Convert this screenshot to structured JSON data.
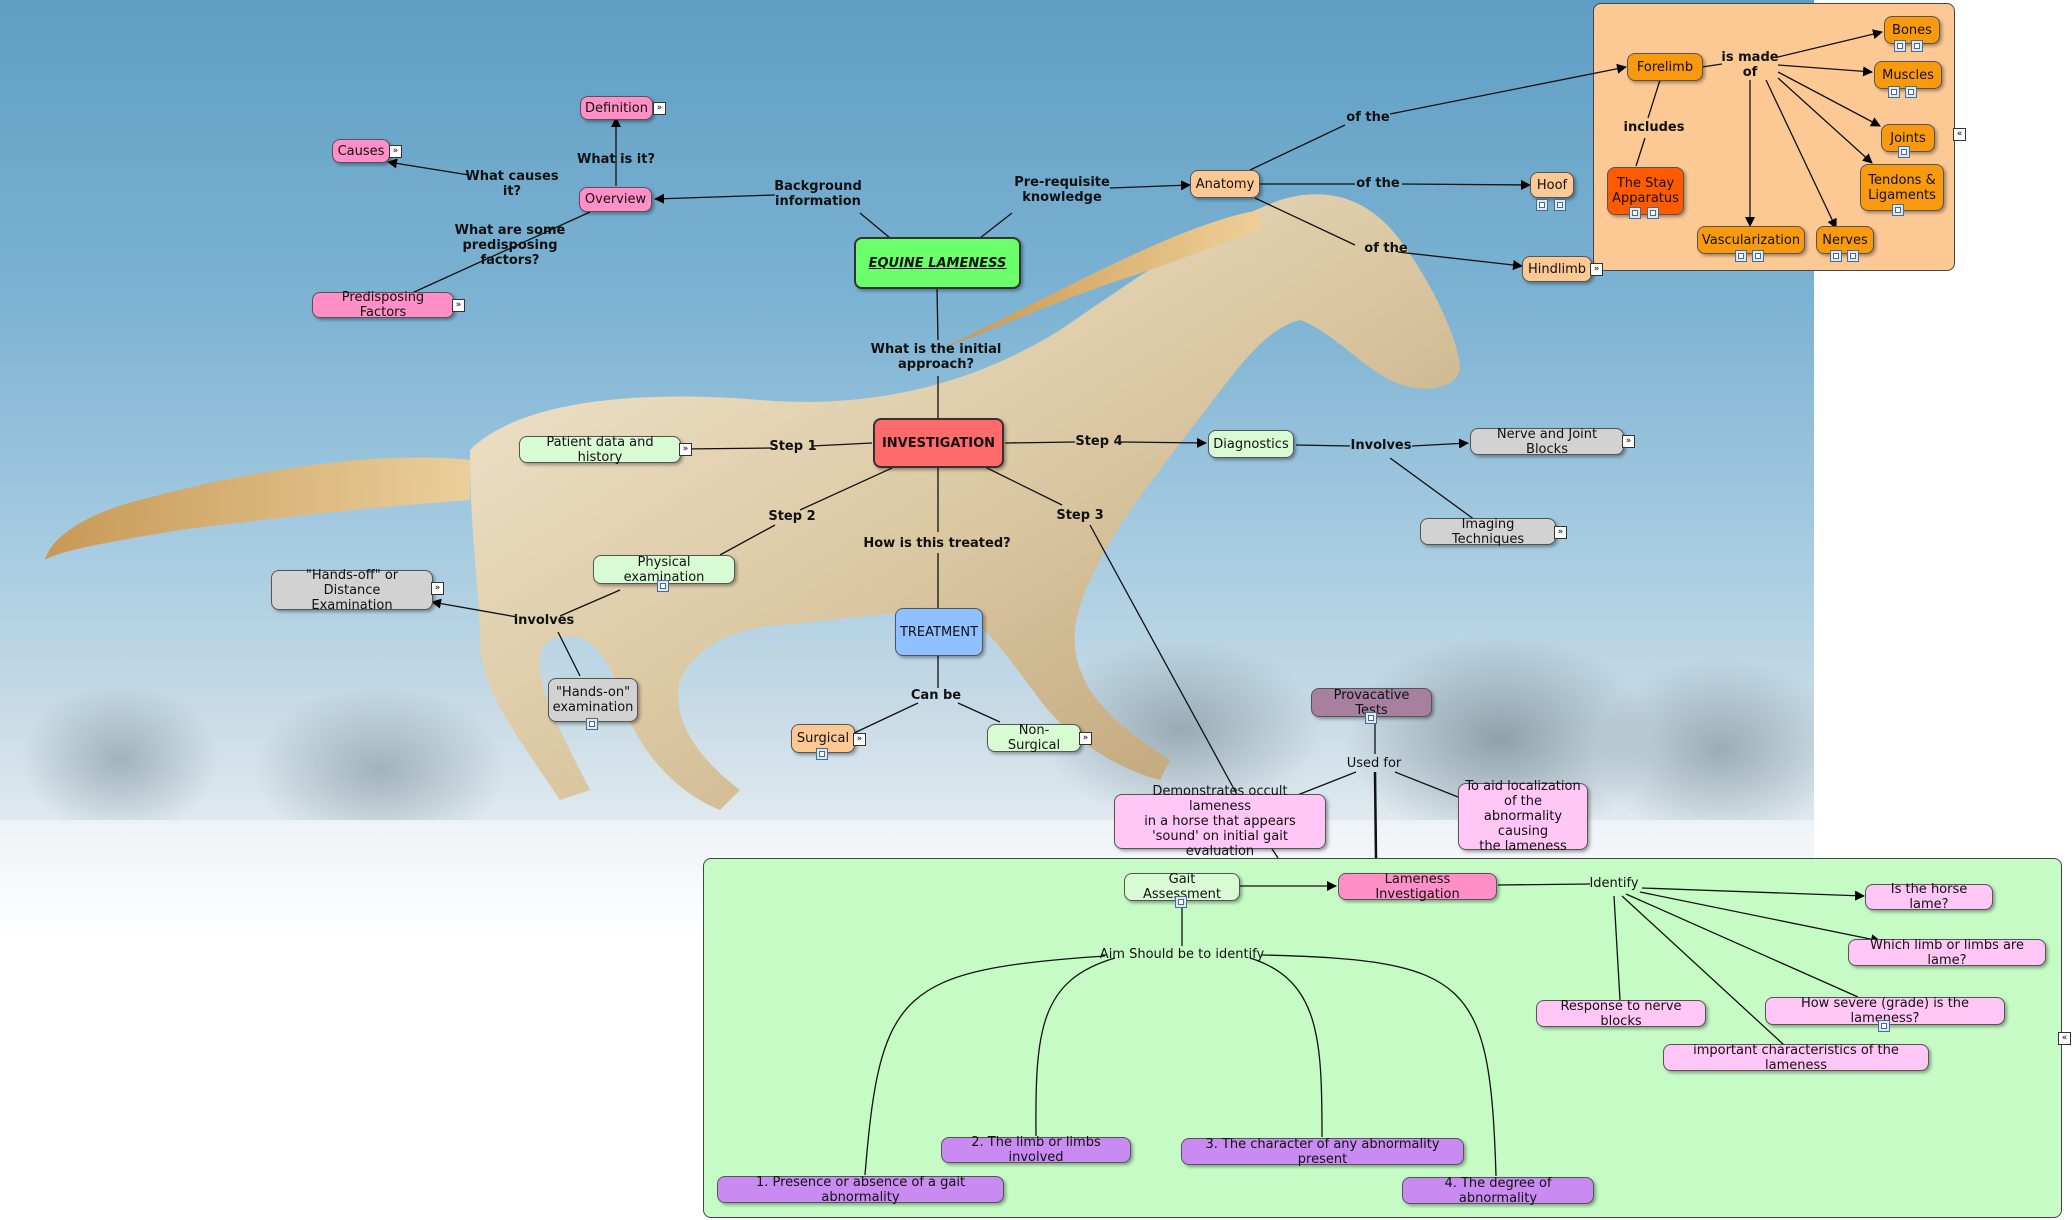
{
  "concept_map": {
    "root": "EQUINE LAMENESS",
    "nodes": {
      "definition": "Definition",
      "causes": "Causes",
      "overview": "Overview",
      "predisposing": "Predisposing Factors",
      "anatomy": "Anatomy",
      "hoof": "Hoof",
      "hindlimb": "Hindlimb",
      "forelimb": "Forelimb",
      "bones": "Bones",
      "muscles": "Muscles",
      "joints": "Joints",
      "tendons": "Tendons &\nLigaments",
      "stay_apparatus": "The Stay\nApparatus",
      "vascularization": "Vascularization",
      "nerves": "Nerves",
      "investigation": "INVESTIGATION",
      "patient_data": "Patient data and history",
      "diagnostics": "Diagnostics",
      "nerve_blocks": "Nerve and Joint Blocks",
      "imaging": "Imaging Techniques",
      "physical_exam": "Physical examination",
      "hands_off": "\"Hands-off\" or Distance\nExamination",
      "hands_on": "\"Hands-on\"\nexamination",
      "treatment": "TREATMENT",
      "surgical": "Surgical",
      "non_surgical": "Non-Surgical",
      "provocative": "Provacative Tests",
      "demonstrates": "Demonstrates occult lameness\nin a horse that appears\n'sound' on initial gait evaluation",
      "aid_localization": "To aid localization\nof the abnormality\ncausing\nthe lameness",
      "gait_assessment": "Gait Assessment",
      "lameness_investigation": "Lameness Investigation",
      "is_lame": "Is the horse lame?",
      "which_limb": "Which limb or limbs are lame?",
      "how_severe": "How severe (grade) is the lameness?",
      "nerve_response": "Response to nerve blocks",
      "characteristics": "important characteristics of the lameness",
      "aim1": "1. Presence or absence of a gait abnormality",
      "aim2": "2. The limb or limbs involved",
      "aim3": "3. The character of any abnormality present",
      "aim4": "4. The degree of abnormality"
    },
    "linking_phrases": {
      "what_is_it": "What is it?",
      "what_causes": "What causes\nit?",
      "predisposing_q": "What are some\npredisposing\nfactors?",
      "background": "Background\ninformation",
      "prerequisite": "Pre-requisite\nknowledge",
      "of_the_1": "of the",
      "of_the_2": "of the",
      "of_the_3": "of the",
      "is_made_of": "is made\nof",
      "includes": "includes",
      "initial_approach": "What is the initial\napproach?",
      "step1": "Step 1",
      "step2": "Step 2",
      "step3": "Step 3",
      "step4": "Step 4",
      "involves_diag": "Involves",
      "involves_exam": "involves",
      "how_treated": "How is this treated?",
      "can_be": "Can be",
      "used_for": "Used for",
      "identify": "Identify",
      "aim": "Aim Should be to identify"
    },
    "colors": {
      "root": "#6bff6b",
      "investigation": "#ff6a6a",
      "treatment": "#8fc0ff",
      "overview_group": "#ff8fc6",
      "anatomy_panel": "#fcc995",
      "anatomy_parts": "#f99a0e",
      "stay_apparatus": "#ff5a00",
      "lower_panel": "#c6fbc6",
      "question_nodes": "#ffc6f6",
      "aim_nodes": "#c98bf2",
      "provocative": "#a6809e"
    }
  }
}
